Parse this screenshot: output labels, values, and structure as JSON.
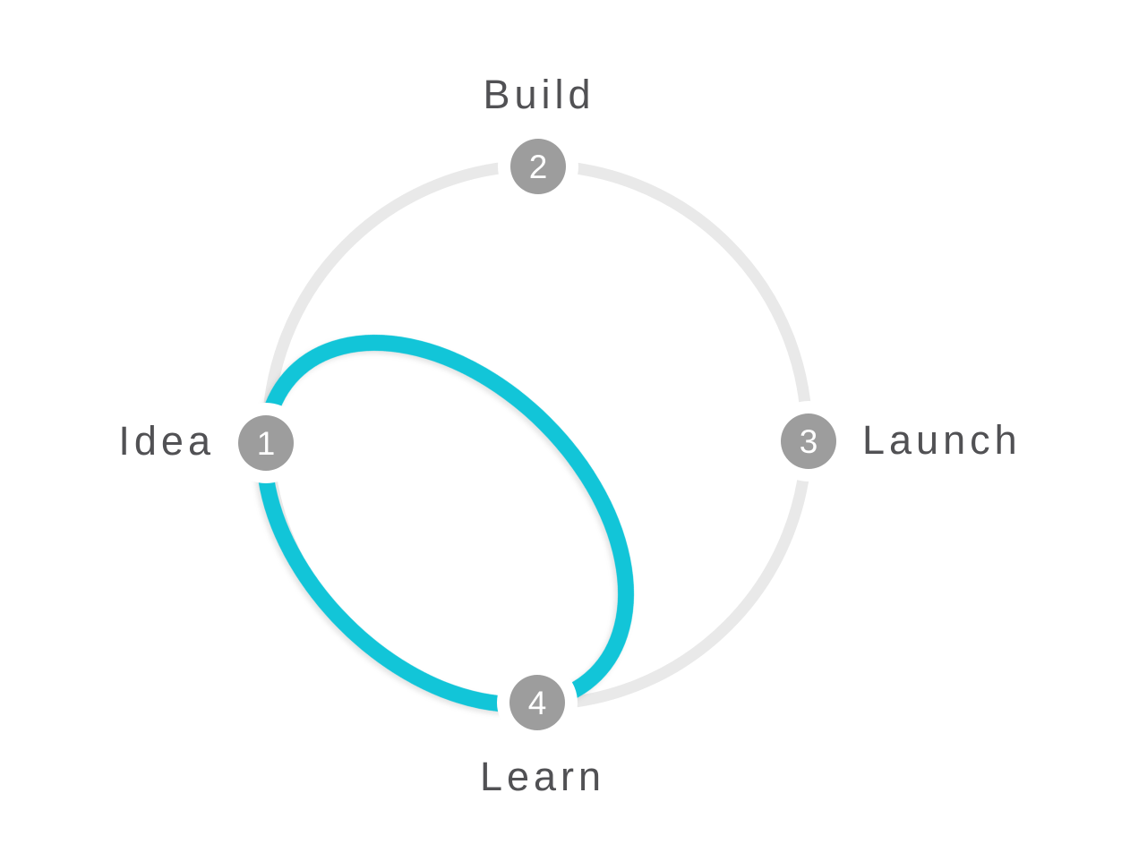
{
  "diagram": {
    "type": "cycle",
    "steps": [
      {
        "number": "1",
        "label": "Idea"
      },
      {
        "number": "2",
        "label": "Build"
      },
      {
        "number": "3",
        "label": "Launch"
      },
      {
        "number": "4",
        "label": "Learn"
      }
    ],
    "active_loop": {
      "from": "Idea",
      "through": "Learn",
      "description": "highlighted loop connecting step 1 and step 4"
    },
    "colors": {
      "active_loop": "#12c5d8",
      "track": "#e9e9e9",
      "node_fill": "#9d9d9d",
      "number_text": "#ffffff",
      "label_text": "#515154",
      "background": "#ffffff"
    }
  }
}
